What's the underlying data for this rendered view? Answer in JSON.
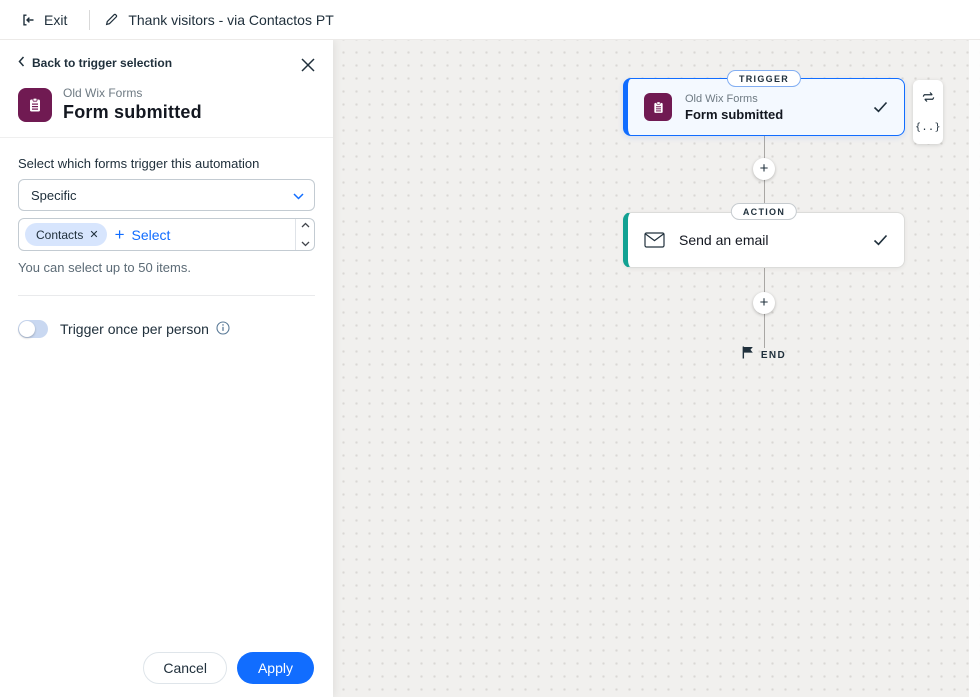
{
  "topbar": {
    "exit_label": "Exit",
    "title": "Thank visitors - via Contactos PT"
  },
  "panel": {
    "back_label": "Back to trigger selection",
    "app_name": "Old Wix Forms",
    "trigger_title": "Form submitted",
    "form_label": "Select which forms trigger this automation",
    "select_value": "Specific",
    "chip_label": "Contacts",
    "chip_remove": "✕",
    "add_plus": "+",
    "add_select_label": "Select",
    "helper_text": "You can select up to 50 items.",
    "toggle_label": "Trigger once per person",
    "toggle_state": "off",
    "cancel_label": "Cancel",
    "apply_label": "Apply"
  },
  "canvas": {
    "trigger_badge": "TRIGGER",
    "trigger_card": {
      "app": "Old Wix Forms",
      "title": "Form submitted",
      "status": "complete"
    },
    "action_badge": "ACTION",
    "action_card": {
      "title": "Send an email",
      "status": "complete"
    },
    "plus_sign": "+",
    "code_tool_glyph": "{..}",
    "end_label": "END"
  },
  "colors": {
    "accent_blue": "#116dff",
    "trigger_icon_bg": "#701a52",
    "action_accent": "#12a192",
    "canvas_bg": "#f1f0ee",
    "chip_bg": "#d7e5fd"
  }
}
